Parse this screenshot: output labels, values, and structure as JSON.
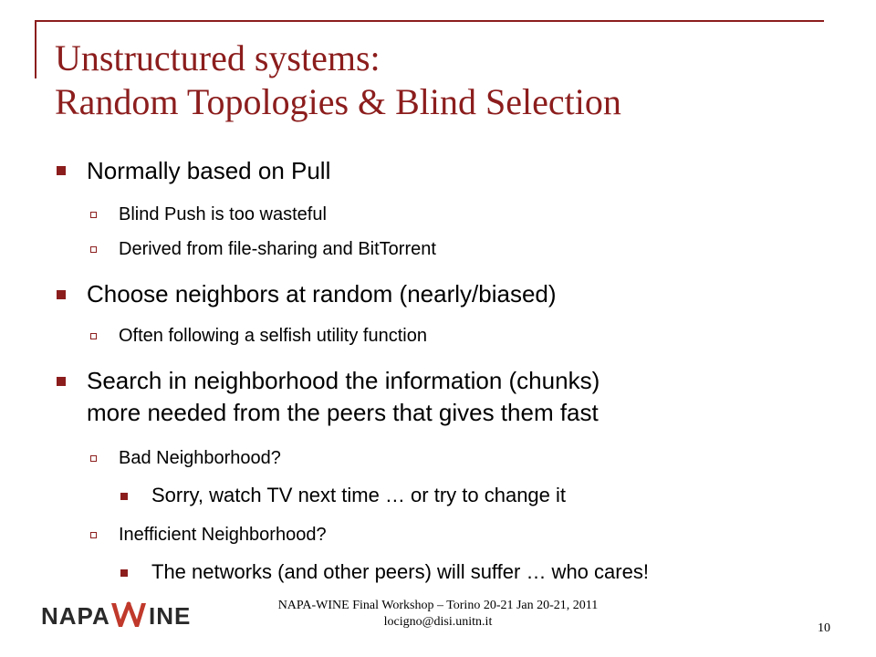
{
  "slide": {
    "title_line1": "Unstructured systems:",
    "title_line2": "Random Topologies & Blind Selection",
    "bullets": [
      {
        "text": "Normally based on Pull"
      },
      {
        "text": "Blind Push is too wasteful"
      },
      {
        "text": "Derived from file-sharing and BitTorrent"
      },
      {
        "text": "Choose neighbors at random (nearly/biased)"
      },
      {
        "text": "Often following a selfish utility function"
      },
      {
        "text": "Search in neighborhood the information (chunks)"
      },
      {
        "text": "more needed from the peers that gives them fast"
      },
      {
        "text": "Bad Neighborhood?"
      },
      {
        "text": "Sorry, watch TV next time … or try to change it"
      },
      {
        "text": "Inefficient Neighborhood?"
      },
      {
        "text": "The networks (and other peers) will suffer … who cares!"
      }
    ]
  },
  "footer": {
    "event": "NAPA-WINE Final Workshop – Torino 20-21 Jan 20-21, 2011",
    "email": "locigno@disi.unitn.it",
    "page_number": "10",
    "logo_left": "NAPA",
    "logo_right": "INE"
  },
  "colors": {
    "accent": "#8c1d1d"
  }
}
